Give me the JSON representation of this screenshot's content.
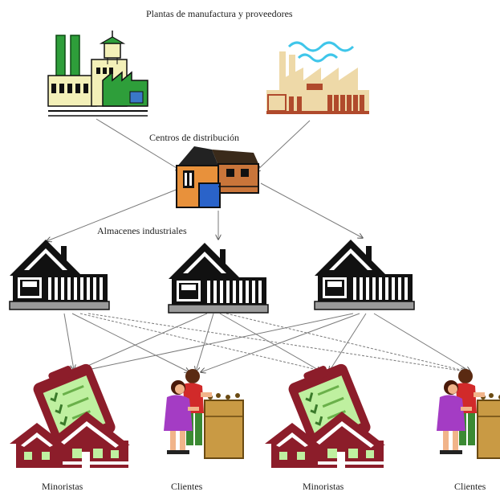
{
  "labels": {
    "plants_title": "Plantas de manufactura y proveedores",
    "distribution_centers": "Centros de distribución",
    "industrial_warehouses": "Almacenes industriales",
    "retailers": "Minoristas",
    "customers": "Clientes",
    "customers_right": "Clientes"
  },
  "colors": {
    "plant_green": "#2e9e3a",
    "plant_yellow": "#f3f0b8",
    "factory_beige": "#eed9a8",
    "factory_red": "#b04a2c",
    "water_cyan": "#3fc6ea",
    "dist_orange": "#e8913b",
    "dist_blue": "#2a63c9",
    "warehouse_black": "#111111",
    "warehouse_gray": "#9a9a9a",
    "retail_maroon": "#8c1d2a",
    "clipboard_green": "#bff0a0",
    "box_tan": "#c99a44",
    "customer_purple": "#a43cc4",
    "customer_red": "#d12a2a",
    "customer_green": "#3b8a33",
    "arrow_gray": "#7a7a7a"
  },
  "icons": {
    "plant_left": "green-factory-icon",
    "plant_right": "beige-factory-icon",
    "distribution": "distribution-center-icon",
    "warehouse": "warehouse-icon",
    "retailer": "retail-store-icon",
    "customer": "customers-icon"
  }
}
